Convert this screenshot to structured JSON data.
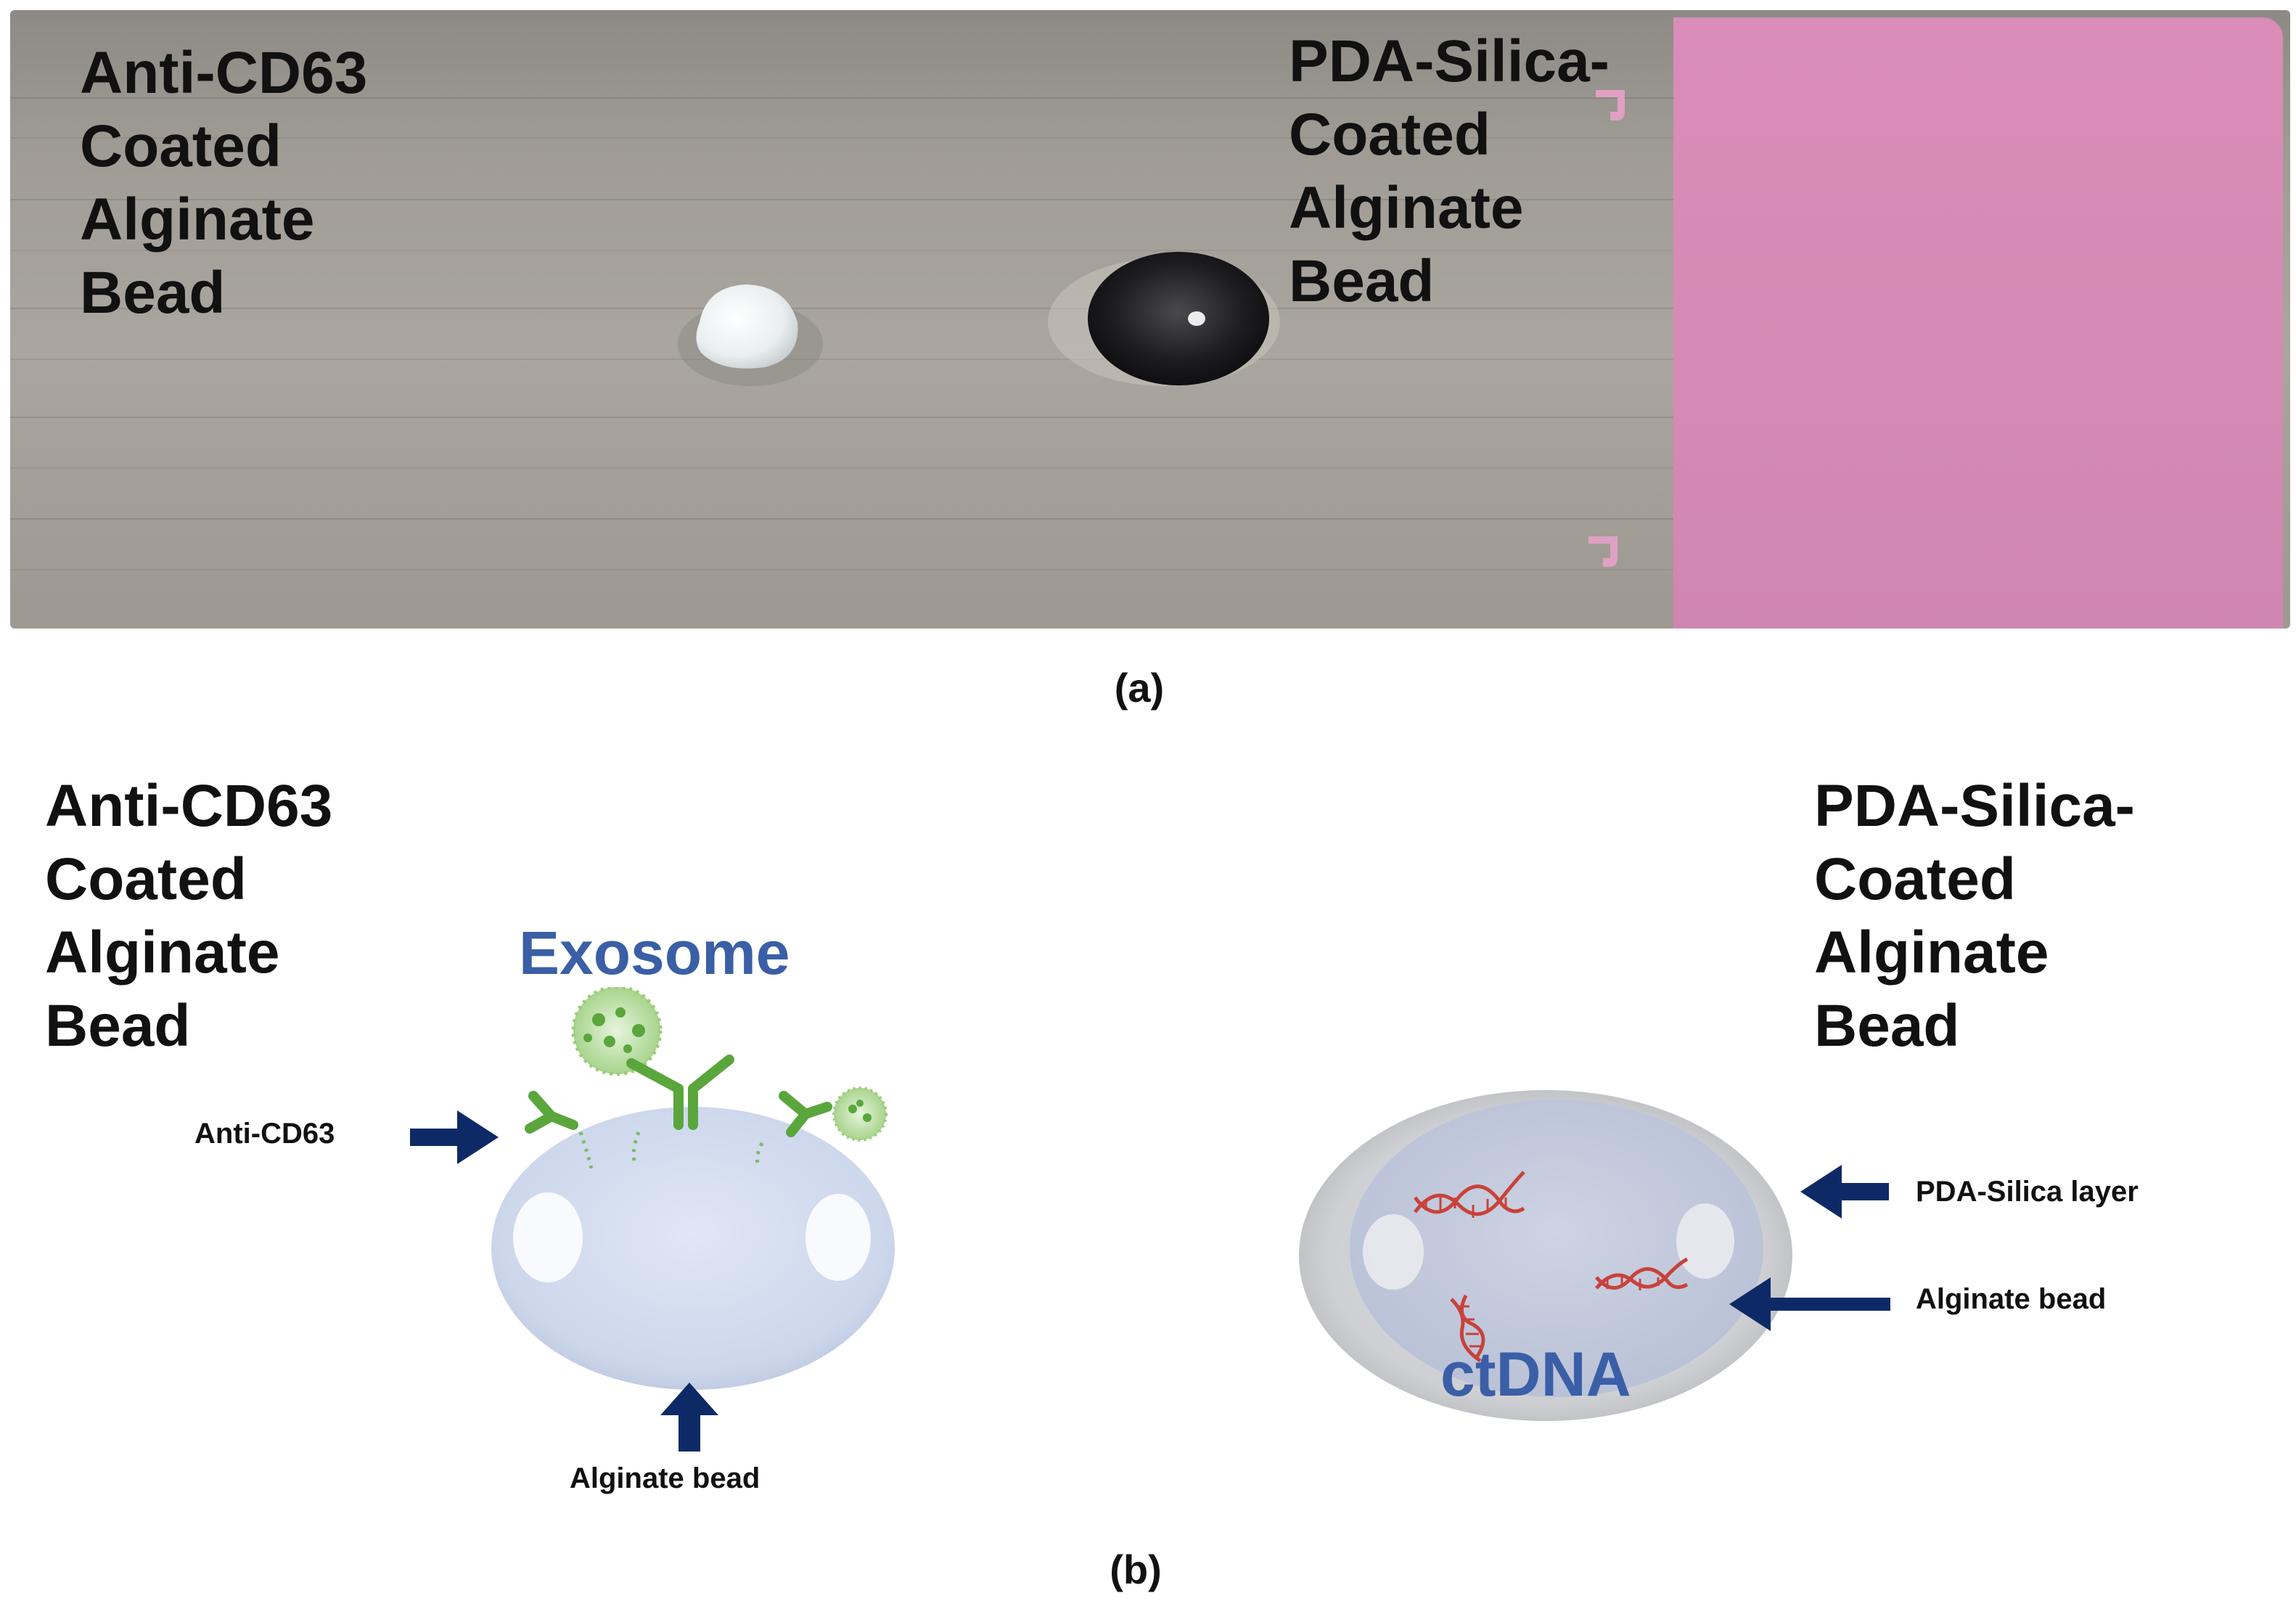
{
  "panel_a": {
    "left_label": [
      "Anti-CD63",
      "Coated",
      "Alginate",
      "Bead"
    ],
    "right_label": [
      "PDA-Silica-",
      "Coated",
      "Alginate",
      "Bead"
    ],
    "caption": "(a)"
  },
  "panel_b": {
    "left_title": [
      "Anti-CD63",
      "Coated",
      "Alginate",
      "Bead"
    ],
    "right_title": [
      "PDA-Silica-",
      "Coated",
      "Alginate",
      "Bead"
    ],
    "exosome_label": "Exosome",
    "ctdna_label": "ctDNA",
    "anti_cd63_label": "Anti-CD63",
    "alginate_bead_left": "Alginate bead",
    "pda_silica_layer": "PDA-Silica layer",
    "alginate_bead_right": "Alginate bead",
    "caption": "(b)"
  },
  "colors": {
    "arrow": "#0e2a66",
    "title_blue": "#3a5fa6",
    "antibody_green": "#5aa63c",
    "dna_red": "#c8423a",
    "slide_pink": "#d48ab4"
  }
}
